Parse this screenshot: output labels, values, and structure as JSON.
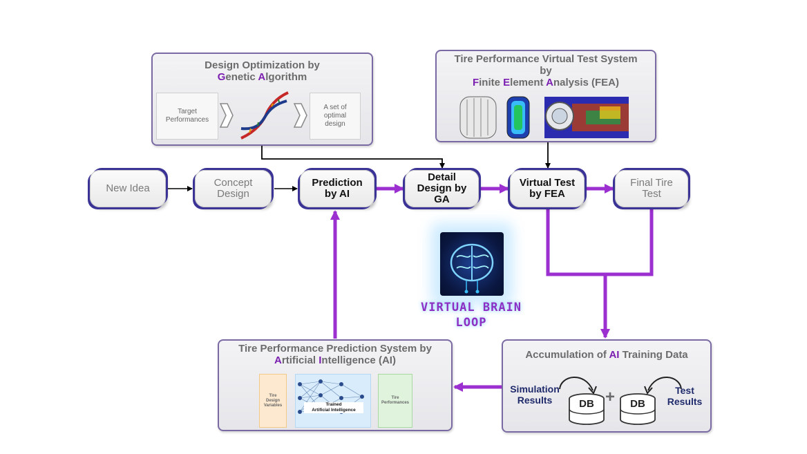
{
  "ga_panel": {
    "title_line1": "Design Optimization by",
    "title_line2_parts": [
      "G",
      "enetic ",
      "A",
      "lgorithm"
    ],
    "input_label": "Target\nPerformances",
    "output_label": "A set of\noptimal\ndesign"
  },
  "fea_panel": {
    "title_line1": "Tire Performance Virtual Test System",
    "title_line2": "by",
    "title_line3_parts": [
      "F",
      "inite ",
      "E",
      "lement ",
      "A",
      "nalysis (FEA)"
    ]
  },
  "flow": {
    "new_idea": "New Idea",
    "concept_design": "Concept\nDesign",
    "prediction_ai": "Prediction\nby AI",
    "detail_design_ga": "Detail\nDesign by\nGA",
    "virtual_test_fea": "Virtual Test\nby FEA",
    "final_tire_test": "Final Tire\nTest"
  },
  "brain": {
    "label": "VIRTUAL BRAIN\nLOOP"
  },
  "ai_panel": {
    "title_line1": "Tire Performance Prediction System by",
    "title_line2_parts": [
      "A",
      "rtificial ",
      "I",
      "ntelligence (AI)"
    ],
    "input_label": "Tire\nDesign\nVariables",
    "center_label": "Trained\nArtificial Intelligence",
    "output_label": "Tire\nPerformances"
  },
  "data_panel": {
    "title_parts": [
      "Accumulation of ",
      "AI",
      " Training Data"
    ],
    "simulation_label": "Simulation\nResults",
    "test_label": "Test\nResults",
    "db_label": "DB",
    "plus": "+"
  },
  "colors": {
    "accent": "#7b1fb0",
    "arrow_purple": "#9b2fd0",
    "node_border": "#3b3496"
  }
}
